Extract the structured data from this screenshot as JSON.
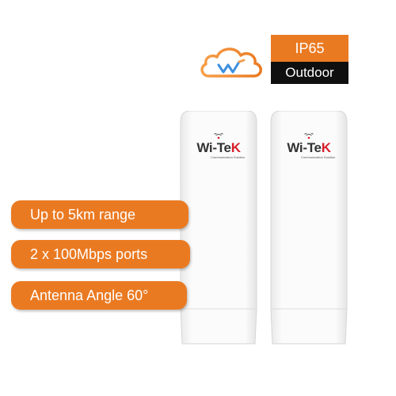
{
  "badge": {
    "rating": "IP65",
    "environment": "Outdoor"
  },
  "features": [
    "Up to 5km range",
    "2 x 100Mbps ports",
    "Antenna Angle 60°"
  ],
  "device": {
    "brand_prefix": "Wi-Te",
    "brand_suffix": "K",
    "tagline": "Communication Solution"
  },
  "colors": {
    "accent_orange": "#ea7a22",
    "badge_black": "#0f0f0f",
    "brand_red": "#d81e2a",
    "device_white": "#fbfbfb"
  },
  "icons": [
    "cloud-logo-icon",
    "wifi-signal-icon"
  ]
}
